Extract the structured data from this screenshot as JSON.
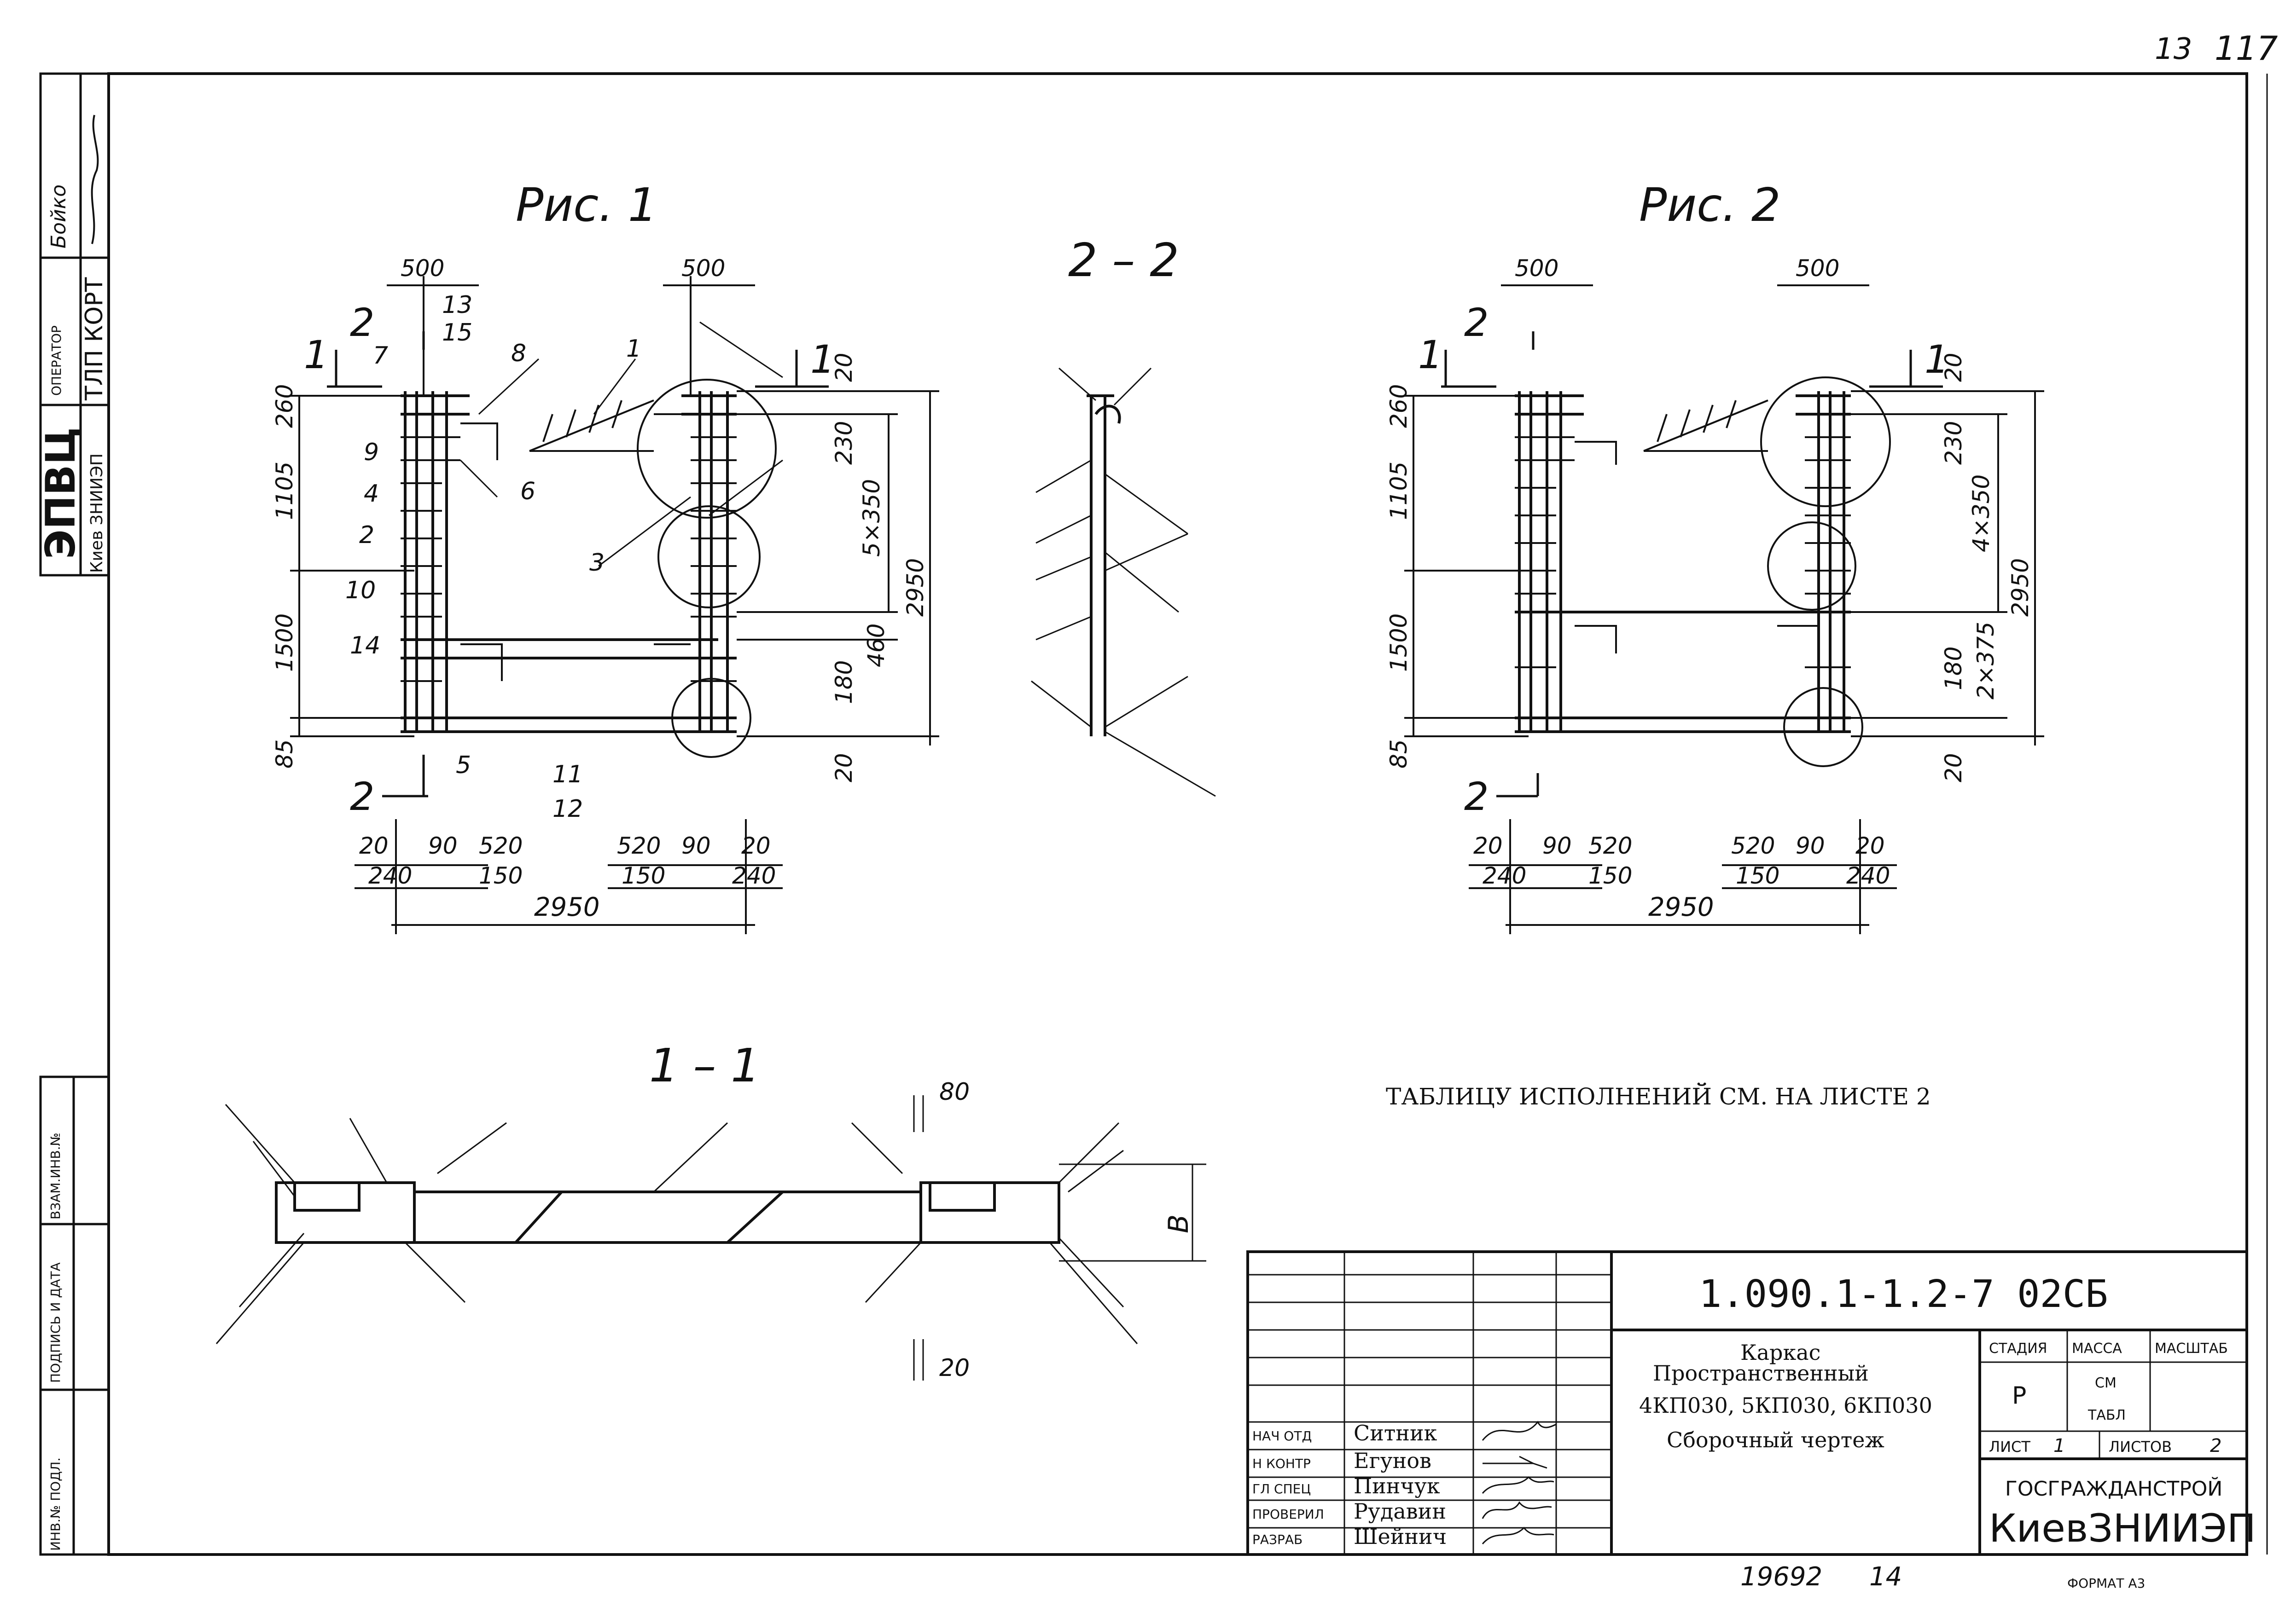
{
  "sheet_corner": {
    "page": "13",
    "mark": "117"
  },
  "left_strip": {
    "org_code": "ЭПВЦ",
    "org_sub": "Киев ЗНИИЭП",
    "operator_label": "ОПЕРАТОР",
    "operator_value": "ТЛП КОРТ",
    "operator_name": "Бойко"
  },
  "side_fields": {
    "vzam": "ВЗАМ.ИНВ.№",
    "podpis": "ПОДПИСЬ И ДАТА",
    "inv": "ИНВ.№ ПОДЛ."
  },
  "fig1": {
    "title": "Рис. 1",
    "dims_h_top": [
      "500",
      "500"
    ],
    "dims_h_bottom_l": [
      "20",
      "90",
      "520",
      "240",
      "150"
    ],
    "dims_h_bottom_r": [
      "520",
      "90",
      "20",
      "150",
      "240"
    ],
    "overall_width": "2950",
    "dims_v_left": [
      "260",
      "1105",
      "1500",
      "85"
    ],
    "dims_v_right": [
      "20",
      "230",
      "5×350",
      "2950",
      "180",
      "460",
      "20"
    ],
    "labels": [
      "1",
      "2",
      "3",
      "4",
      "5",
      "6",
      "7",
      "8",
      "9",
      "10",
      "11",
      "12",
      "13",
      "14",
      "15"
    ],
    "section_marks": [
      "2",
      "1",
      "2",
      "1"
    ]
  },
  "fig2": {
    "title": "Рис. 2",
    "dims_h_top": [
      "500",
      "500"
    ],
    "dims_h_bottom_l": [
      "20",
      "90",
      "520",
      "240",
      "150"
    ],
    "dims_h_bottom_r": [
      "520",
      "90",
      "20",
      "150",
      "240"
    ],
    "overall_width": "2950",
    "dims_v_left": [
      "260",
      "1105",
      "1500",
      "85"
    ],
    "dims_v_right": [
      "20",
      "230",
      "4×350",
      "2950",
      "180",
      "2×375",
      "20"
    ],
    "section_marks": [
      "2",
      "1",
      "2",
      "1"
    ]
  },
  "section_22": {
    "title": "2 – 2"
  },
  "section_11": {
    "title": "1 – 1",
    "dim_80": "80",
    "dim_20": "20",
    "dim_B": "В"
  },
  "note": "ТАБЛИЦУ  ИСПОЛНЕНИЙ  СМ. НА  ЛИСТЕ  2",
  "title_block": {
    "code": "1.090.1-1.2-7 02СБ",
    "name_lines": [
      "Каркас",
      "Пространственный",
      "4КП030, 5КП030, 6КП030",
      "Сборочный  чертеж"
    ],
    "stage_label": "СТАДИЯ",
    "stage_value": "Р",
    "mass_label": "МАССА",
    "mass_value_1": "СМ",
    "mass_value_2": "ТАБЛ",
    "scale_label": "МАСШТАБ",
    "sheet_label": "ЛИСТ",
    "sheet_value": "1",
    "sheets_label": "ЛИСТОВ",
    "sheets_value": "2",
    "org1": "ГОСГРАЖДАНСТРОЙ",
    "org2": "КиевЗНИИЭП",
    "staff": [
      {
        "role": "НАЧ ОТД",
        "name": "Ситник"
      },
      {
        "role": "Н КОНТР",
        "name": "Егунов"
      },
      {
        "role": "ГЛ СПЕЦ",
        "name": "Пинчук"
      },
      {
        "role": "ПРОВЕРИЛ",
        "name": "Рудавин"
      },
      {
        "role": "РАЗРАБ",
        "name": "Шейнич"
      }
    ]
  },
  "footer": {
    "archive": "19692",
    "copy": "14",
    "format": "ФОРМАТ А3"
  }
}
